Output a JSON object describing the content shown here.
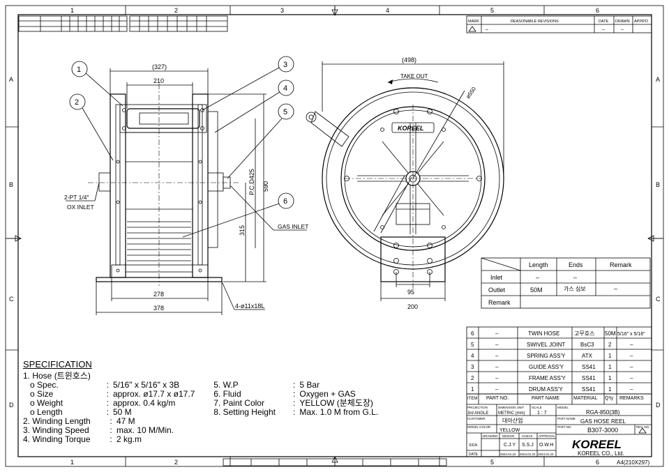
{
  "border": {
    "cols_top": [
      "1",
      "2",
      "3",
      "4",
      "5",
      "6"
    ],
    "cols_bottom": [
      "1",
      "2",
      "5",
      "6"
    ],
    "rows": [
      "A",
      "B",
      "C",
      "D"
    ]
  },
  "revisions": {
    "headers": [
      "MARK",
      "REASONABLE REVISIONS",
      "DATE",
      "DRAWN",
      "APPR'D"
    ],
    "row": [
      "–",
      "–",
      "–"
    ]
  },
  "balloons": [
    "1",
    "2",
    "3",
    "4",
    "5",
    "6"
  ],
  "dims": {
    "w327": "(327)",
    "w210": "210",
    "w278": "278",
    "w378": "378",
    "h590": "590",
    "h315": "315",
    "pcd": "P.C.D425",
    "w498": "(498)",
    "d550": "ø550",
    "w95": "95",
    "w200": "200",
    "holes": "4-ø11x18L",
    "take_out": "TAKE OUT",
    "gas_inlet": "GAS INLET",
    "inlet_spec": "2-PT 1/4\"",
    "ox_inlet": "OX INLET",
    "logo": "KOREEL"
  },
  "conn_table": {
    "headers": [
      "",
      "Length",
      "Ends",
      "Remark"
    ],
    "rows": [
      [
        "Inlet",
        "–",
        "–",
        ""
      ],
      [
        "Outlet",
        "50M",
        "가스 심보",
        "–"
      ],
      [
        "Remark",
        "",
        "",
        ""
      ]
    ]
  },
  "parts": {
    "rows": [
      [
        "6",
        "–",
        "TWIN HOSE",
        "고무호스",
        "50M",
        "5/16\" x 5/16\""
      ],
      [
        "5",
        "–",
        "SWIVEL JOINT",
        "BsC3",
        "2",
        "–"
      ],
      [
        "4",
        "–",
        "SPRING ASS'Y",
        "ATX",
        "1",
        "–"
      ],
      [
        "3",
        "–",
        "GUIDE ASS'Y",
        "SS41",
        "1",
        "–"
      ],
      [
        "2",
        "–",
        "FRAME ASS'Y",
        "SS41",
        "1",
        "–"
      ],
      [
        "1",
        "–",
        "DRUM ASS'Y",
        "SS41",
        "1",
        "–"
      ]
    ],
    "header": [
      "ITEM",
      "PART NO.",
      "PART NAME",
      "MATERIAL",
      "Q'ty",
      "REMARKS"
    ]
  },
  "title_block": {
    "projection_label": "PROJECTION",
    "projection": "3rd ANGLE",
    "unit_label": "DIMENSION UNIT",
    "unit": "METRIC (mm)",
    "scale_label": "SCALE",
    "scale": "1 : 7",
    "model_label": "MODEL",
    "model": "RGA-850(3B)",
    "customer_label": "CUSTOMER",
    "customer": "대아산업",
    "part_name_label": "PART NAME",
    "part_name": "GAS HOSE REEL",
    "color_label": "MODEL COLOR",
    "color": "YELLOW",
    "part_no_label": "PART NO.",
    "part_no": "B307-3000",
    "rev_label": "REV. NO.",
    "sign_headers": [
      "DRAWING",
      "DESIGN",
      "CHECK",
      "APPROVAL"
    ],
    "sign_label": "SIGN",
    "signs": [
      "",
      "C.J.Y",
      "S.S.J",
      "O.W.H"
    ],
    "date_label": "DATE",
    "dates": [
      "",
      "2024.01.22",
      "2024.01.22",
      "2024.01.22"
    ],
    "company": "KOREEL CO., Ltd.",
    "sheet_size": "A4(210X297)"
  },
  "spec": {
    "title": "SPECIFICATION",
    "left": [
      {
        "k": "1. Hose (트윈호스)",
        "v": ""
      },
      {
        "k": "   o Spec.",
        "v": "5/16\" x 5/16\" x 3B"
      },
      {
        "k": "   o Size",
        "v": "approx. ø17.7 x ø17.7"
      },
      {
        "k": "   o Weight",
        "v": "approx. 0.4 kg/m"
      },
      {
        "k": "   o Length",
        "v": "50 M"
      },
      {
        "k": "2. Winding Length",
        "v": "47 M"
      },
      {
        "k": "3. Winding Speed",
        "v": "max. 10 M/Min."
      },
      {
        "k": "4. Winding Torque",
        "v": "2 kg.m"
      }
    ],
    "right": [
      {
        "k": "5. W.P",
        "v": "5 Bar"
      },
      {
        "k": "6. Fluid",
        "v": "Oxygen + GAS"
      },
      {
        "k": "7. Paint Color",
        "v": "YELLOW (분체도장)"
      },
      {
        "k": "8. Setting Height",
        "v": "Max.  1.0 M from G.L."
      }
    ]
  }
}
